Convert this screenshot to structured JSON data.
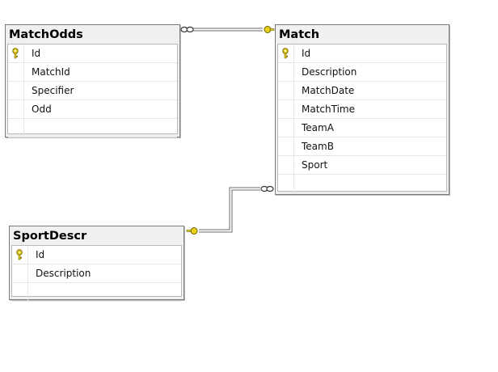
{
  "diagram": {
    "tables": {
      "match_odds": {
        "name": "MatchOdds",
        "columns": [
          {
            "name": "Id",
            "primary_key": true,
            "icon": "key-icon"
          },
          {
            "name": "MatchId"
          },
          {
            "name": "Specifier"
          },
          {
            "name": "Odd"
          }
        ]
      },
      "match": {
        "name": "Match",
        "columns": [
          {
            "name": "Id",
            "primary_key": true,
            "icon": "key-icon"
          },
          {
            "name": "Description"
          },
          {
            "name": "MatchDate"
          },
          {
            "name": "MatchTime"
          },
          {
            "name": "TeamA"
          },
          {
            "name": "TeamB"
          },
          {
            "name": "Sport"
          }
        ]
      },
      "sport_descr": {
        "name": "SportDescr",
        "columns": [
          {
            "name": "Id",
            "primary_key": true,
            "icon": "key-icon"
          },
          {
            "name": "Description"
          }
        ]
      }
    },
    "relationships": [
      {
        "from_table": "MatchOdds",
        "from_end": "many",
        "to_table": "Match",
        "to_end": "one"
      },
      {
        "from_table": "Match",
        "from_end": "many",
        "to_table": "SportDescr",
        "to_end": "one"
      }
    ],
    "colors": {
      "key": "#e8d21c",
      "connector": "#6b6b6b",
      "header_bg": "#f0f0f0",
      "border": "#7a7a7a"
    }
  }
}
